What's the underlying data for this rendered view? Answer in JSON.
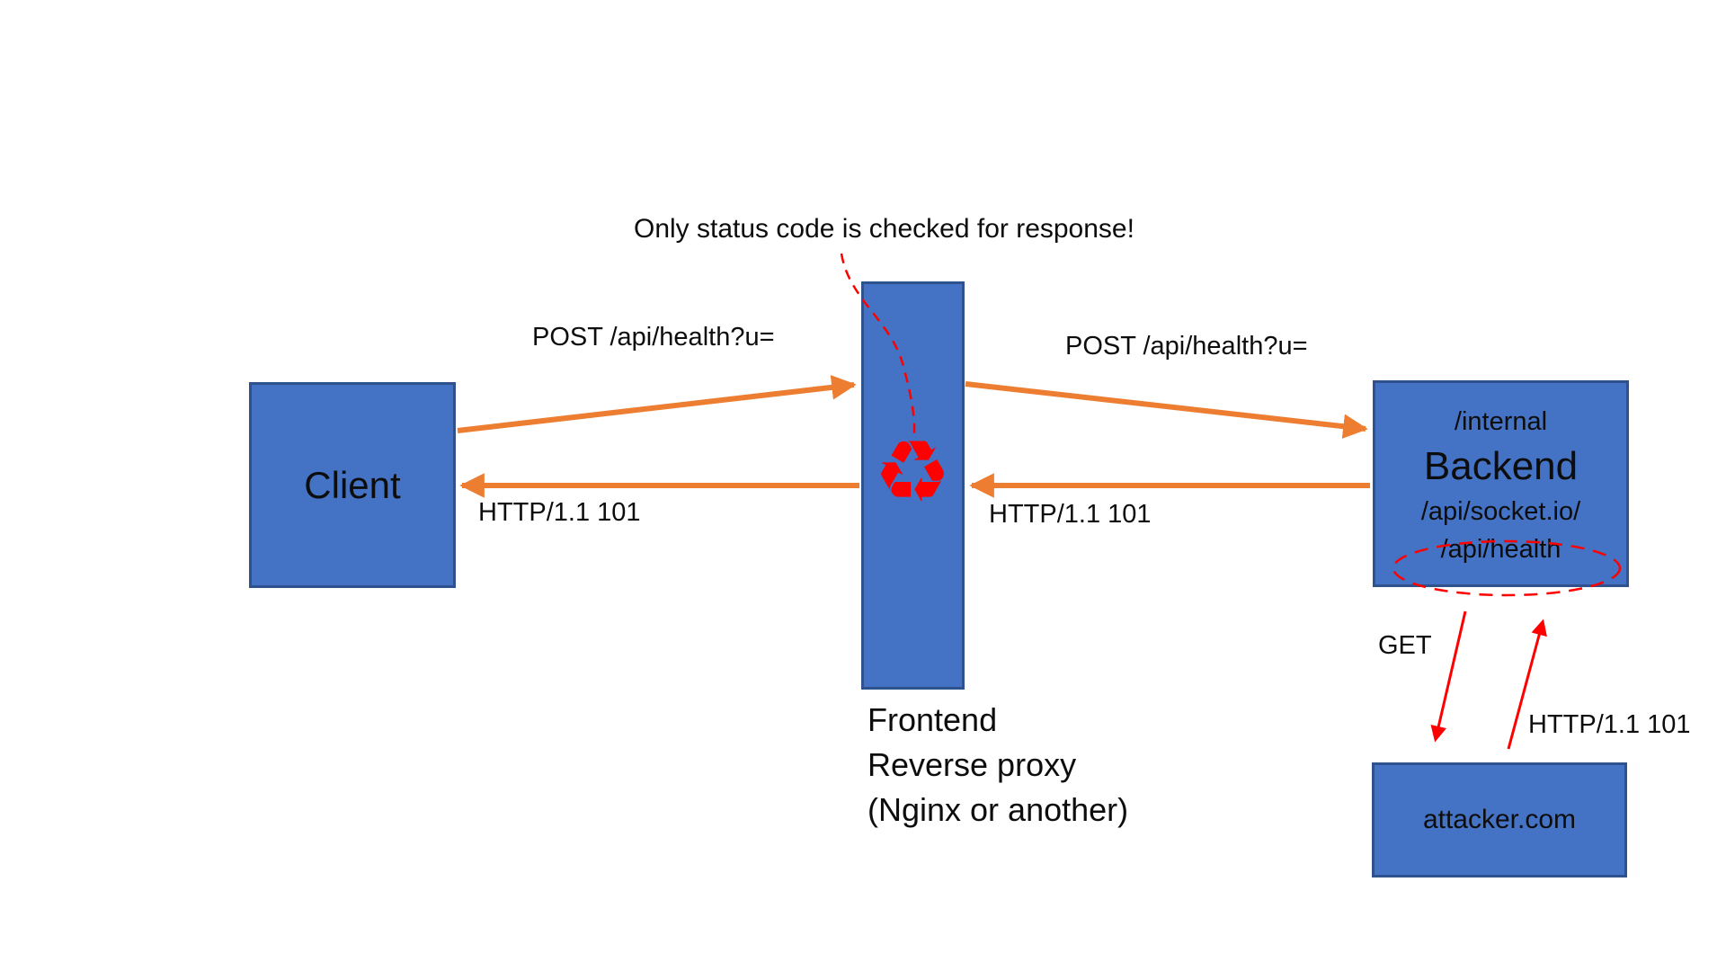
{
  "annotation": {
    "note": "Only status code is checked for response!"
  },
  "nodes": {
    "client": {
      "label": "Client"
    },
    "proxy": {
      "caption": [
        "Frontend",
        "Reverse proxy",
        "(Nginx or another)"
      ]
    },
    "backend": {
      "path_internal": "/internal",
      "title": "Backend",
      "path_socketio": "/api/socket.io/",
      "path_health": "/api/health"
    },
    "attacker": {
      "label": "attacker.com"
    }
  },
  "edges": {
    "client_to_proxy": "POST /api/health?u=",
    "proxy_to_backend": "POST /api/health?u=",
    "backend_to_proxy": "HTTP/1.1 101",
    "proxy_to_client": "HTTP/1.1 101",
    "backend_to_attacker": "GET",
    "attacker_to_backend": "HTTP/1.1 101"
  },
  "icons": {
    "recycle": "♻"
  },
  "colors": {
    "node_fill": "#4472c4",
    "node_border": "#2f528f",
    "arrow_orange": "#ed7d31",
    "accent_red": "#ff0000",
    "text": "#0d0d0d",
    "background": "#ffffff"
  }
}
